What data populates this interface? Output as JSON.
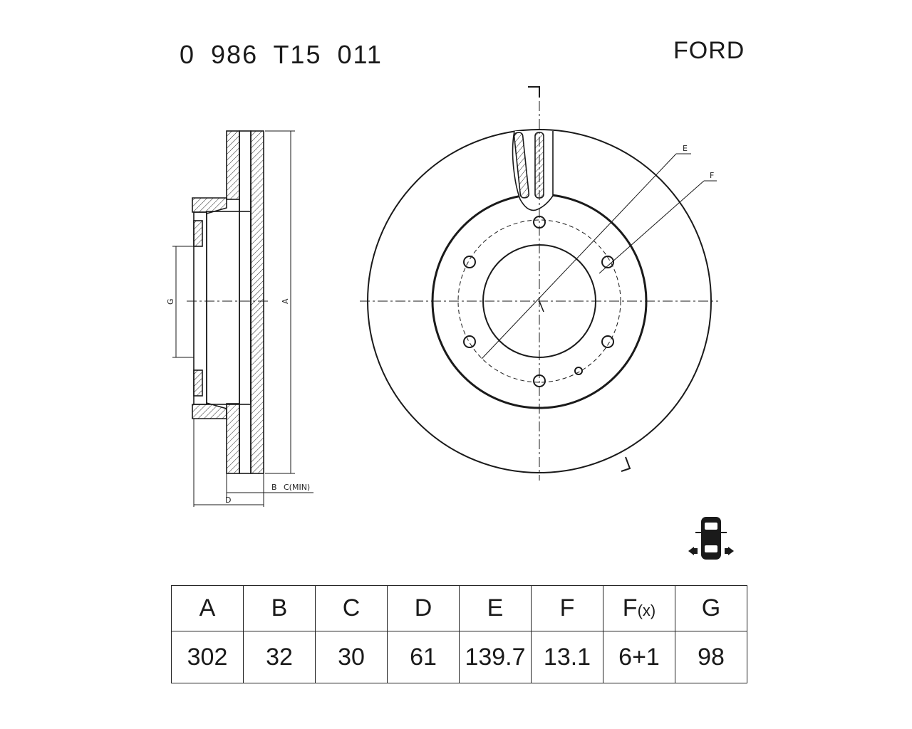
{
  "header": {
    "part_number": "0 986 T15 011",
    "brand": "FORD"
  },
  "drawing": {
    "dimension_labels": {
      "a": "A",
      "b": "B",
      "c": "C(MIN)",
      "d": "D",
      "e": "E",
      "f": "F",
      "g": "G"
    },
    "axle_icon": "car-front-axle-icon",
    "line_color": "#1a1a1a"
  },
  "spec_table": {
    "headers": {
      "a": "A",
      "b": "B",
      "c": "C",
      "d": "D",
      "e": "E",
      "f": "F",
      "fx": "F",
      "fx_sub": "(x)",
      "g": "G"
    },
    "values": {
      "a": "302",
      "b": "32",
      "c": "30",
      "d": "61",
      "e": "139.7",
      "f": "13.1",
      "fx": "6+1",
      "g": "98"
    }
  }
}
